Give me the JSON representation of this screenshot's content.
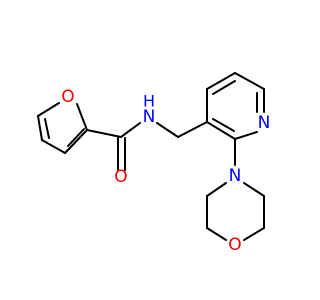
{
  "molecule": {
    "atoms": {
      "furan_o": "O",
      "amide_o": "O",
      "amide_nh": "N\nH",
      "pyridine_n": "N",
      "morpholine_n": "N",
      "morpholine_o": "O"
    },
    "colors": {
      "bond": "#000000",
      "oxygen": "#ff0000",
      "nitrogen": "#0000ff"
    }
  }
}
